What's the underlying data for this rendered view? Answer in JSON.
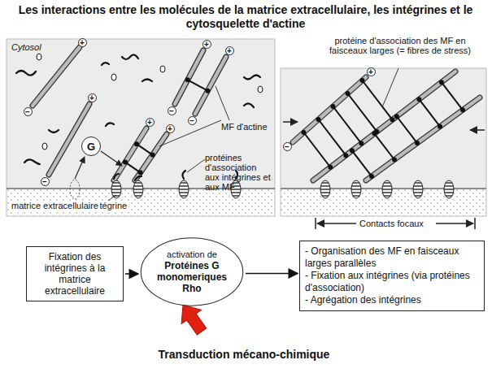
{
  "diagram": {
    "title": "Les interactions entre les molécules de la matrice extracellulaire, les intégrines et le cytosquelette d'actine",
    "nodes": [
      {
        "text": [
          "Fixation des intégrines à la matrice extracellulaire"
        ]
      },
      {
        "text": [
          "activation de",
          "Protéines G monomeriques Rho"
        ]
      },
      {
        "text": [
          "- Organisation des MF en faisceaux larges parallèles",
          "- Fixation aux intégrines (via protéines d'association)",
          "- Agrégation des intégrines"
        ]
      },
      {
        "text": [
          "G"
        ]
      }
    ],
    "edges": [
      {
        "from": 0,
        "to": 1,
        "arrow": "to"
      },
      {
        "from": 1,
        "to": 2,
        "arrow": "to"
      }
    ],
    "labels": [
      "Cytosol",
      "MF d'actine",
      "protéines d'association aux intégrines et aux MF",
      "intégrine",
      "matrice extracellulaire",
      "protéine d'association des MF en faisceaux larges (= fibres de stress)",
      "Contacts focaux",
      "Transduction mécano-chimique",
      "+",
      "−",
      "+",
      "−",
      "+",
      "+",
      "−",
      "+",
      "−",
      "+",
      "−",
      "+"
    ]
  }
}
